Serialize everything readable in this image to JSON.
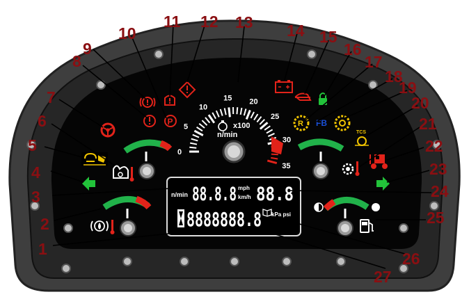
{
  "callouts": [
    {
      "n": "1"
    },
    {
      "n": "2"
    },
    {
      "n": "3"
    },
    {
      "n": "4"
    },
    {
      "n": "5"
    },
    {
      "n": "6"
    },
    {
      "n": "7"
    },
    {
      "n": "8"
    },
    {
      "n": "9"
    },
    {
      "n": "10"
    },
    {
      "n": "11"
    },
    {
      "n": "12"
    },
    {
      "n": "13"
    },
    {
      "n": "14"
    },
    {
      "n": "15"
    },
    {
      "n": "16"
    },
    {
      "n": "17"
    },
    {
      "n": "18"
    },
    {
      "n": "19"
    },
    {
      "n": "20"
    },
    {
      "n": "21"
    },
    {
      "n": "22"
    },
    {
      "n": "23"
    },
    {
      "n": "24"
    },
    {
      "n": "25"
    },
    {
      "n": "26"
    },
    {
      "n": "27"
    }
  ],
  "tachometer": {
    "tick_labels": [
      "0",
      "5",
      "10",
      "15",
      "20",
      "25",
      "30",
      "35"
    ],
    "multiplier": "x100",
    "unit": "n/min"
  },
  "lcd": {
    "rpm_unit": "n/min",
    "speed_digits": "88.8.8",
    "speed_unit_top": "mph",
    "speed_unit_bottom": "km/h",
    "right_digits": "88.8",
    "odometer_digits": "8888888.8",
    "pressure_units": "kPa psi",
    "hourglass_icon": "hourglass-icon",
    "book_icon": "book-icon"
  },
  "indicator_icons": {
    "traction_control_label": "TCS",
    "reverse_letter": "R",
    "park_letter": "P",
    "fb_letters": "FB"
  },
  "colors": {
    "callout": "#8a0f12",
    "bezel": "#404040",
    "face": "#050505",
    "warning_red": "#e2231a",
    "amber": "#f2c500",
    "arrow_green": "#22c33a",
    "blue": "#1a4fd6"
  }
}
